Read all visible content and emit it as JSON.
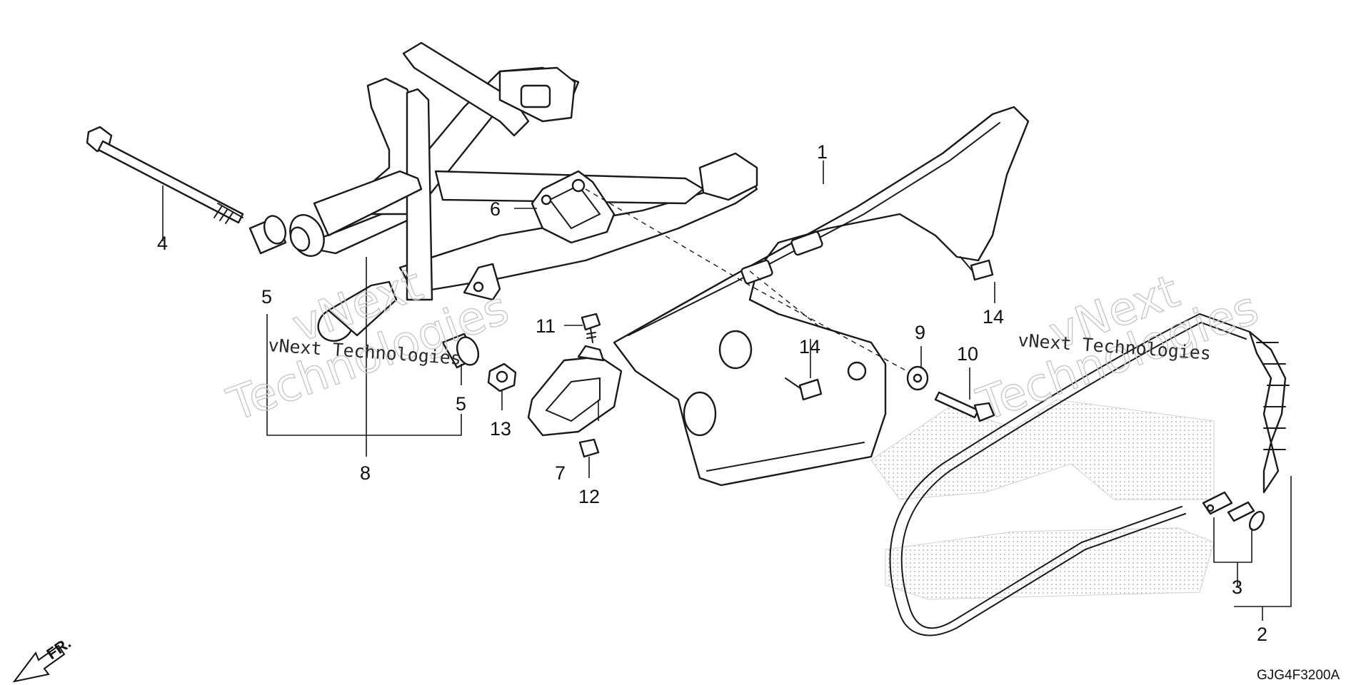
{
  "diagram_code": "GJG4F3200A",
  "direction_label": "FR.",
  "callouts": [
    {
      "id": "c1",
      "label": "1"
    },
    {
      "id": "c2",
      "label": "2"
    },
    {
      "id": "c3",
      "label": "3"
    },
    {
      "id": "c4",
      "label": "4"
    },
    {
      "id": "c5a",
      "label": "5"
    },
    {
      "id": "c5b",
      "label": "5"
    },
    {
      "id": "c6",
      "label": "6"
    },
    {
      "id": "c7",
      "label": "7"
    },
    {
      "id": "c8",
      "label": "8"
    },
    {
      "id": "c9",
      "label": "9"
    },
    {
      "id": "c10",
      "label": "10"
    },
    {
      "id": "c11",
      "label": "11"
    },
    {
      "id": "c12",
      "label": "12"
    },
    {
      "id": "c13",
      "label": "13"
    },
    {
      "id": "c14a",
      "label": "14"
    },
    {
      "id": "c14b",
      "label": "14"
    }
  ],
  "watermarks": [
    {
      "id": "wm-left",
      "brand": "vNext",
      "word": "Technologies",
      "line": "vNext Technologies"
    },
    {
      "id": "wm-right",
      "brand": "vNext",
      "word": "Technologies",
      "line": "vNext Technologies"
    }
  ],
  "colors": {
    "ink": "#1a1a1a",
    "watermark": "#c8c8c8",
    "background": "#ffffff"
  }
}
